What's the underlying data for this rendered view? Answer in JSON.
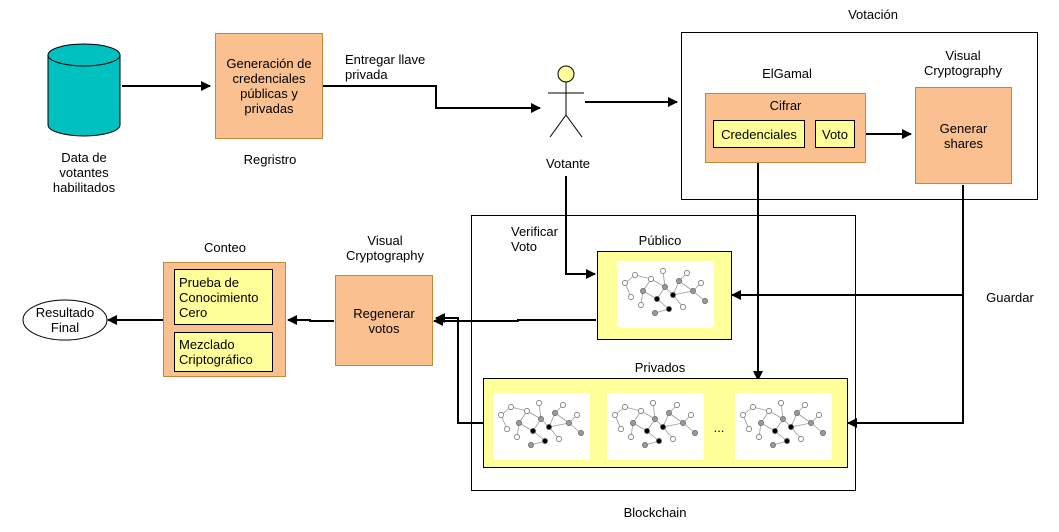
{
  "nodes": {
    "data_votantes": "Data de\nvotantes\nhabilitados",
    "generacion": "Generación de\ncredenciales\npúblicas y\nprivadas",
    "registro": "Regristro",
    "entregar_llave": "Entregar llave\nprivada",
    "votante": "Votante",
    "votacion": "Votación",
    "elgamal": "ElGamal",
    "cifrar": "Cifrar",
    "credenciales": "Credenciales",
    "voto": "Voto",
    "visual_crypto_top": "Visual\nCryptography",
    "generar_shares": "Generar\nshares",
    "verificar_voto": "Verificar\nVoto",
    "publico": "Público",
    "guardar": "Guardar",
    "privados": "Privados",
    "ellipsis": "...",
    "blockchain": "Blockchain",
    "visual_crypto_bottom": "Visual\nCryptography",
    "regenerar": "Regenerar\nvotos",
    "conteo": "Conteo",
    "prueba": "Prueba de\nConocimiento\nCero",
    "mezclado": "Mezclado\nCriptográfico",
    "resultado": "Resultado\nFinal"
  },
  "colors": {
    "orange": "#fac08f",
    "yellow": "#ffff99",
    "cylinder": "#00c0c0",
    "actor_head": "#ffff99"
  }
}
